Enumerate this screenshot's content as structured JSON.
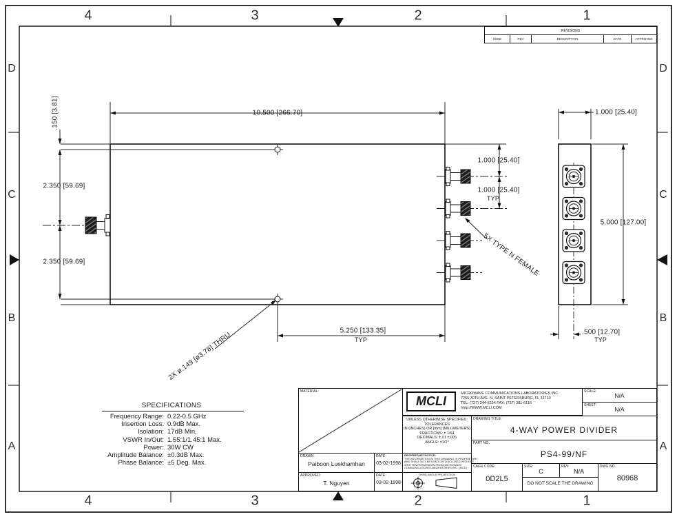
{
  "zones": {
    "top": [
      "4",
      "3",
      "2",
      "1"
    ],
    "bottom": [
      "4",
      "3",
      "2",
      "1"
    ],
    "left": [
      "D",
      "C",
      "B",
      "A"
    ],
    "right": [
      "D",
      "C",
      "B",
      "A"
    ]
  },
  "revisions": {
    "title": "REVISIONS",
    "columns": [
      "ZONE",
      "REV",
      "DESCRIPTION",
      "DATE",
      "APPROVED"
    ]
  },
  "dims": {
    "overall_width": "10.500 [266.70]",
    "edge_offset": ".150 [3.81]",
    "upper_spacing": "2.350 [59.69]",
    "lower_spacing": "2.350 [59.69]",
    "port_offset": "1.000 [25.40]",
    "port_pitch": "1.000 [25.40]",
    "hole_span": "5.250 [133.35]",
    "end_width": "1.000 [25.40]",
    "end_height": "5.000 [127.00]",
    "end_offset": ".500 [12.70]",
    "typ": "TYP",
    "connector_note": "5X TYPE N FEMALE",
    "hole_note": "2X ø.149 [ø3.78] THRU"
  },
  "specifications": {
    "title": "SPECIFICATIONS",
    "rows": [
      {
        "label": "Frequency Range:",
        "value": "0.22-0.5 GHz"
      },
      {
        "label": "Insertion Loss:",
        "value": "0.9dB Max."
      },
      {
        "label": "Isolation:",
        "value": "17dB Min."
      },
      {
        "label": "VSWR In/Out:",
        "value": "1.55:1/1.45:1 Max."
      },
      {
        "label": "Power:",
        "value": "30W CW"
      },
      {
        "label": "Amplitude Balance:",
        "value": "±0.3dB Max."
      },
      {
        "label": "Phase Balance:",
        "value": "±5 Deg. Max."
      }
    ]
  },
  "title_block": {
    "material_label": "MATERIAL:",
    "drawn_label": "DRAWN:",
    "drawn_name": "Paiboon Luekhamhan",
    "date_label": "DATE:",
    "drawn_date": "03-02-1998",
    "approved_label": "APPROVED:",
    "approved_name": "T. Nguyen",
    "approved_date": "03-02-1998",
    "logo": "MCLI",
    "company": {
      "address": [
        "MICROWAVE COMMUNICATIONS LABORATORIES INC.",
        "7255 30TH AVE. N. SAINT PETERSBURG, FL 33710",
        "TEL: (727) 344-6254   FAX: (727) 381-6116",
        "hhtp://WWW.MCLI.COM"
      ]
    },
    "scale_label": "SCALE:",
    "scale": "N/A",
    "sheet_label": "SHEET:",
    "sheet": "N/A",
    "tolerances": [
      "UNLESS OTHERWISE SPECIFIED:",
      "TOLERANCES",
      "IN (INCHES) OR [mm] (MILLIMETERS)",
      "FRACTIONS: ± 1/64",
      "DECIMALS: ±.01 ±.005",
      "ANGLE: ±1/2°"
    ],
    "drawing_title_label": "DRAWING TITLE:",
    "drawing_title": "4-WAY POWER DIVIDER",
    "part_no_label": "PART NO.",
    "part_no": "PS4-99/NF",
    "proprietary": [
      "PROPRIETARY NOTICE:",
      "THE INFORMATION IN THIS DRAWING IS PROPRIETARY",
      "AND SHALL NOT BE USED OR DISCLOSED WITHOUT",
      "WRITTEN PERMISSION FROM MICROWAVE",
      "COMMUNICATIONS LABORATORIES INC. (MCLI)"
    ],
    "third_angle_label": "THIRD ANGLE PROJECTION",
    "cage_code_label": "CAGE CODE:",
    "cage_code": "0D2L5",
    "size_label": "SIZE:",
    "size": "C",
    "rev_label": "REV:",
    "rev": "N/A",
    "do_not_scale": "DO NOT SCALE THE DRAWING",
    "dwg_no_label": "DWG NO.",
    "dwg_no": "80968"
  }
}
